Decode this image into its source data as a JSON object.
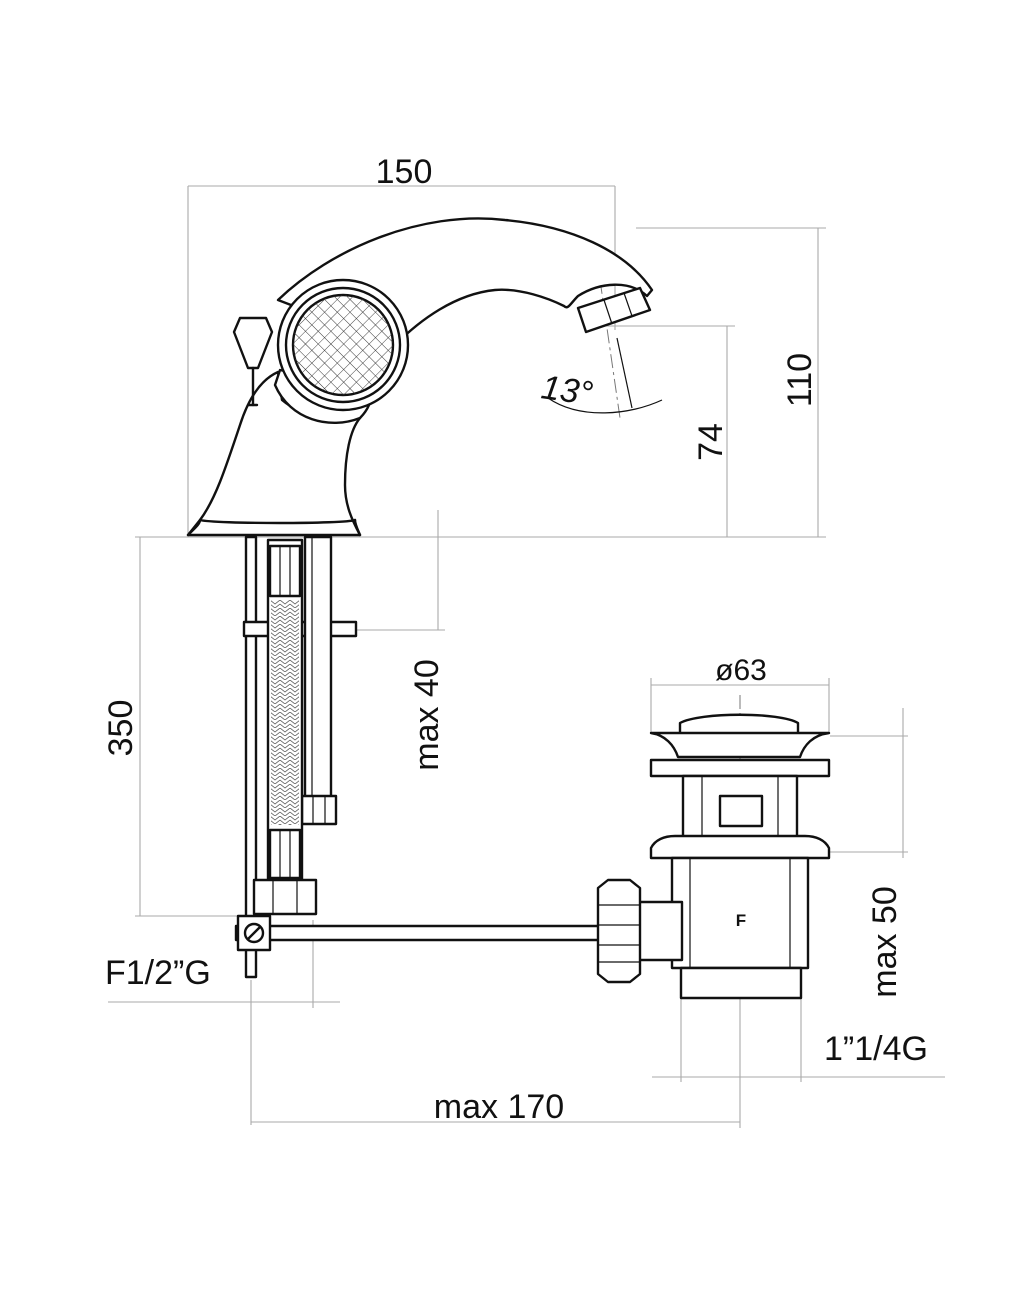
{
  "dimensions": {
    "width_150": "150",
    "height_110": "110",
    "height_74": "74",
    "angle_13": "13°",
    "length_350": "350",
    "max_40": "max 40",
    "diameter_63": "ø63",
    "max_50": "max 50",
    "thread_f12": "F1/2”G",
    "thread_114": "1”1/4G",
    "max_170": "max 170"
  },
  "labels": {
    "waste_marking": "F"
  }
}
